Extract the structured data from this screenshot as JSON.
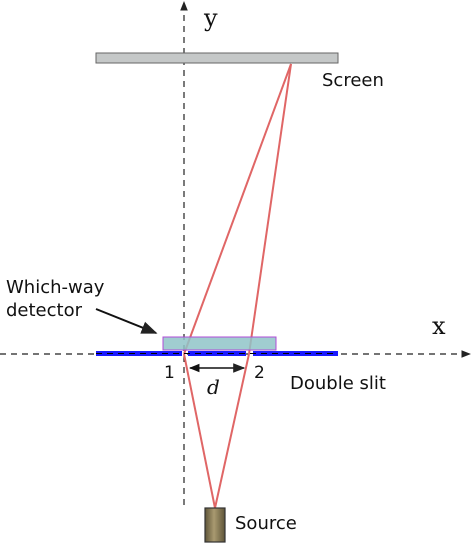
{
  "labels": {
    "axis_y": "y",
    "axis_x": "x",
    "screen": "Screen",
    "detector_line1": "Which-way",
    "detector_line2": "detector",
    "slit1": "1",
    "slit2": "2",
    "spacing": "d",
    "double_slit": "Double slit",
    "source": "Source"
  },
  "colors": {
    "rays": "#e06666",
    "slit_plate": "#1a1aff",
    "detector_fill": "#8fc4c8",
    "detector_border": "#b04bd8",
    "screen_fill": "#c5c8c8",
    "source_fill": "#8b7d5a",
    "axes": "#222222"
  }
}
